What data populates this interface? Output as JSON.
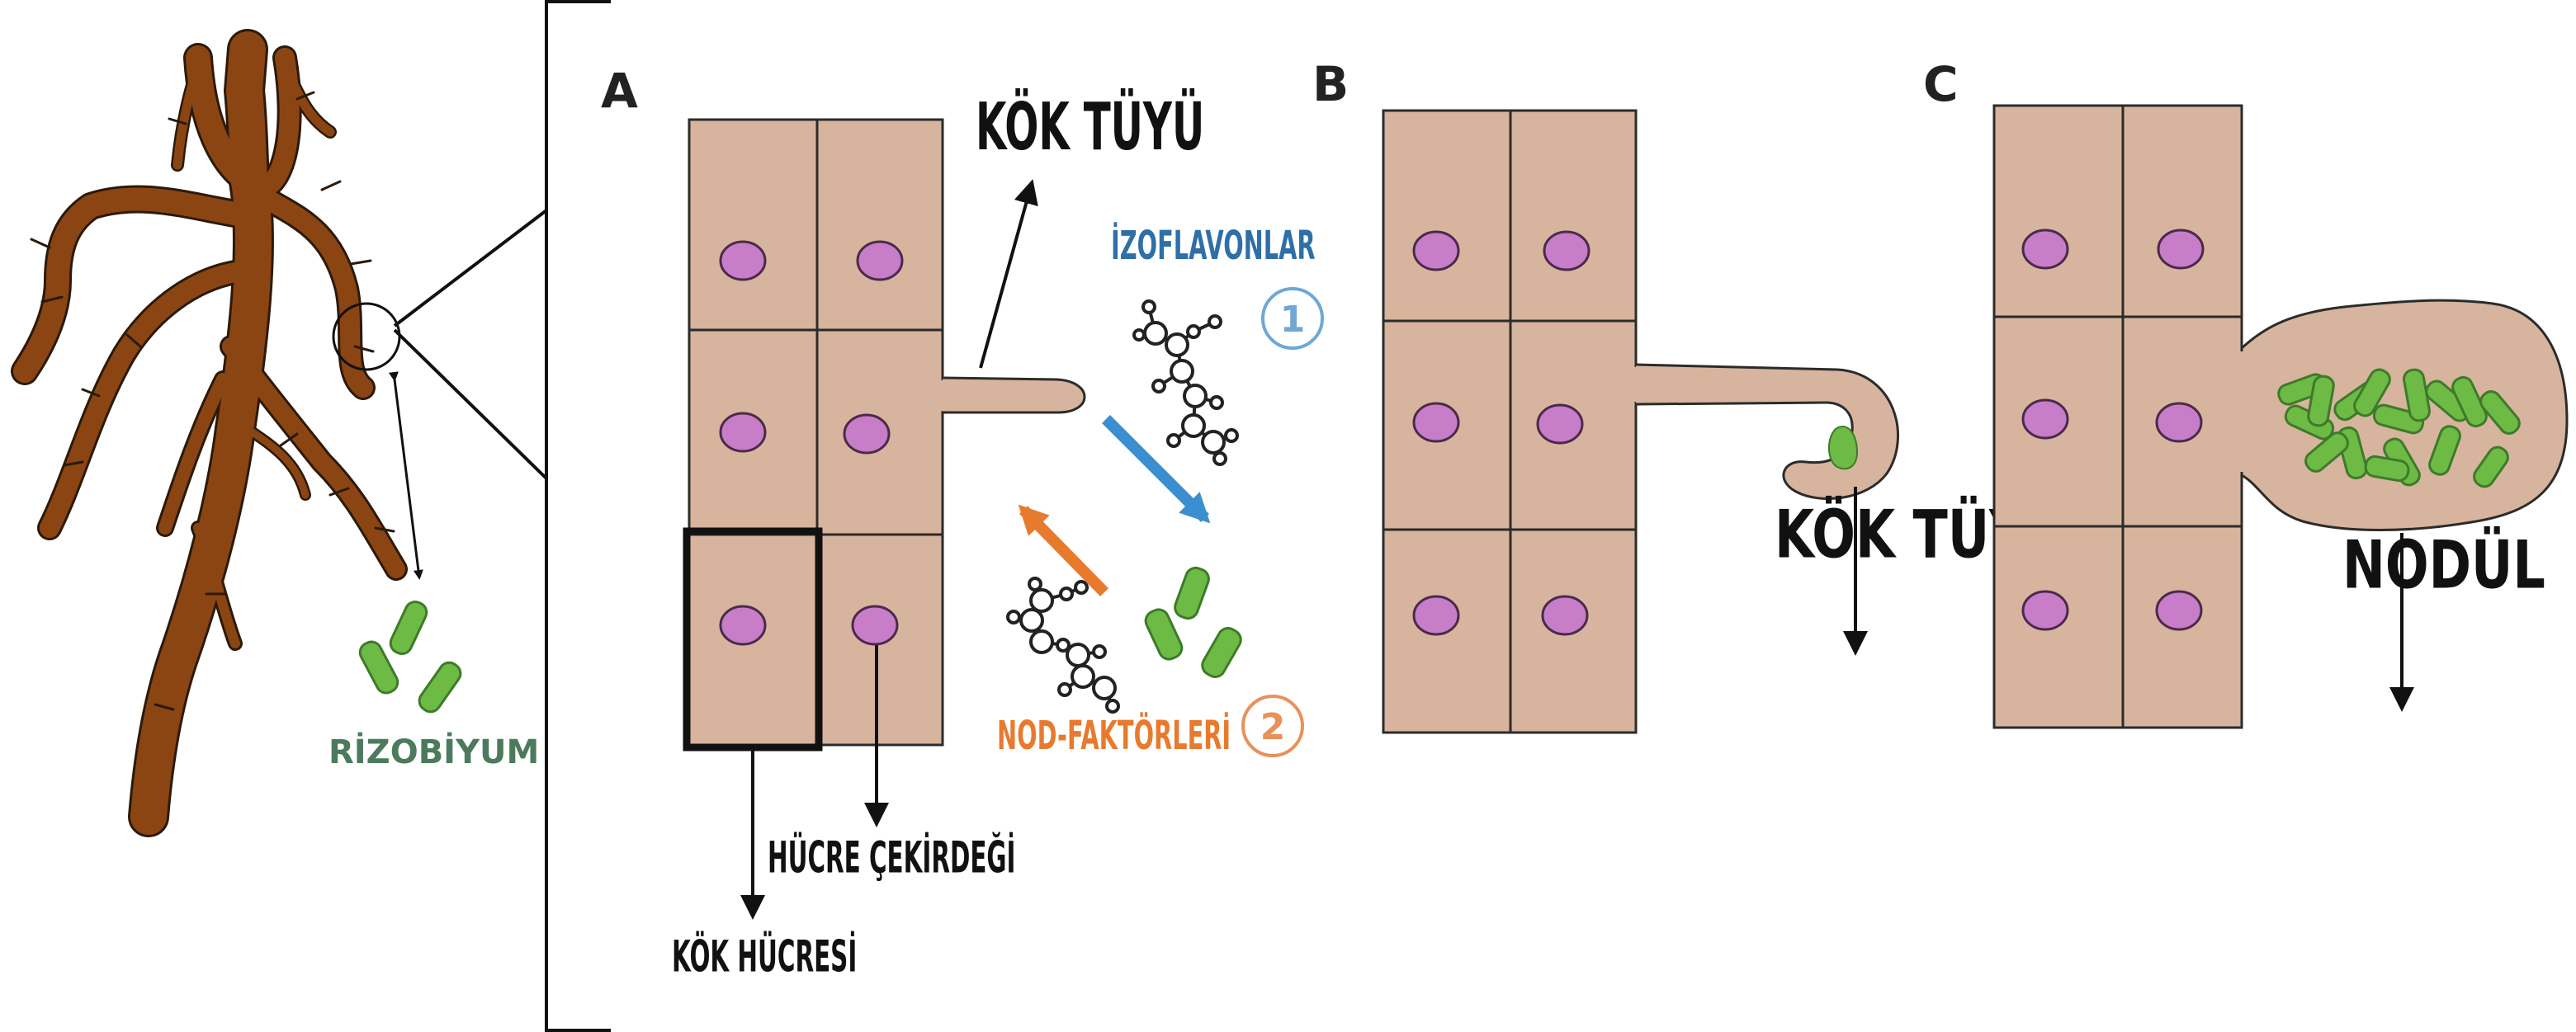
{
  "panels": {
    "a": "A",
    "b": "B",
    "c": "C"
  },
  "labels": {
    "rizobiyum": "RİZOBİYUM",
    "kok_tuyu_a": "KÖK TÜYÜ",
    "izoflavonlar": "İZOFLAVONLAR",
    "nod_faktorleri": "NOD-FAKTÖRLERİ",
    "step_1": "1",
    "step_2": "2",
    "hucre_cekirdegi": "HÜCRE ÇEKİRDEĞİ",
    "kok_hucresi": "KÖK HÜCRESİ",
    "kok_tuyu_b": "KÖK TÜYÜ",
    "nodul": "NODÜL"
  },
  "colors": {
    "root_brown": "#8B4513",
    "cell_tan": "#D7B49E",
    "nucleus_violet": "#C77DC7",
    "bacteria_green": "#6DBA45",
    "isoflavone_blue": "#3B8FD0",
    "isoflavone_text": "#2F6FA8",
    "nod_orange": "#E87A2E",
    "rhizobium_text": "#4C7A5C",
    "outline": "#2b2b2b"
  }
}
